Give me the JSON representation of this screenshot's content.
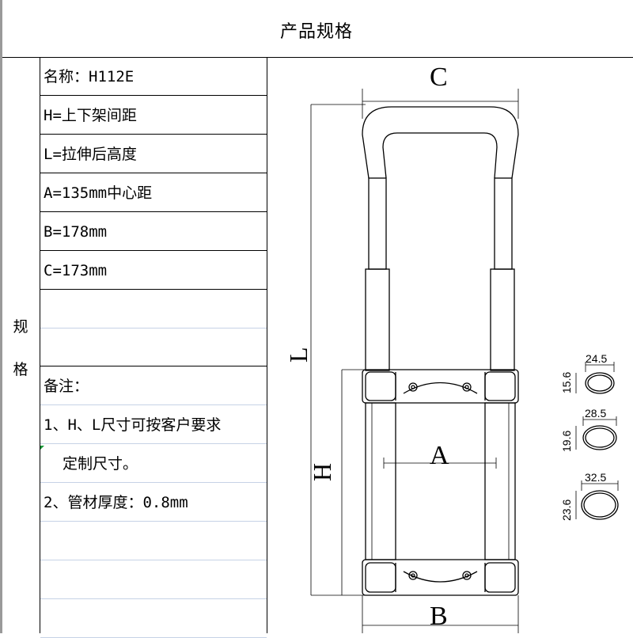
{
  "title": "产品规格",
  "section_label": [
    "规",
    "格"
  ],
  "spec_rows": [
    "名称：H112E",
    "H=上下架间距",
    "L=拉伸后高度",
    "A=135mm中心距",
    "B=178mm",
    "C=173mm"
  ],
  "notes_rows": [
    "备注：",
    "1、H、L尺寸可按客户要求",
    "定制尺寸。",
    "2、管材厚度：0.8mm"
  ],
  "drawing": {
    "dim_C": "C",
    "dim_L": "L",
    "dim_A": "A",
    "dim_H": "H",
    "dim_B": "B",
    "tubes": [
      {
        "width": "24.5",
        "height": "15.6"
      },
      {
        "width": "28.5",
        "height": "19.6"
      },
      {
        "width": "32.5",
        "height": "23.6"
      }
    ]
  }
}
